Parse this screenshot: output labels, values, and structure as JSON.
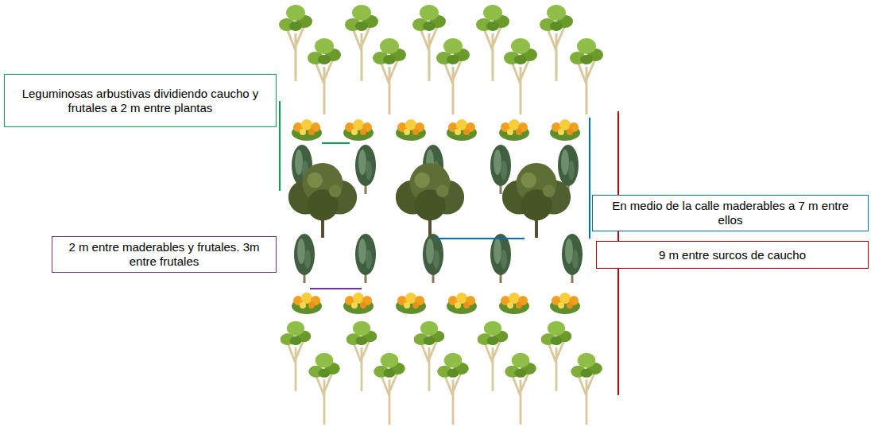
{
  "diagram": {
    "nodes": [
      {
        "text": [
          "Leguminosas arbustivas dividiendo caucho y frutales a 2 m entre plantas"
        ]
      },
      {
        "text": [
          "En medio de la calle maderables a 7 m entre ellos"
        ]
      },
      {
        "text": [
          "2 m entre maderables y frutales. 3m entre frutales"
        ]
      },
      {
        "text": [
          "9 m entre surcos de caucho"
        ]
      }
    ]
  }
}
